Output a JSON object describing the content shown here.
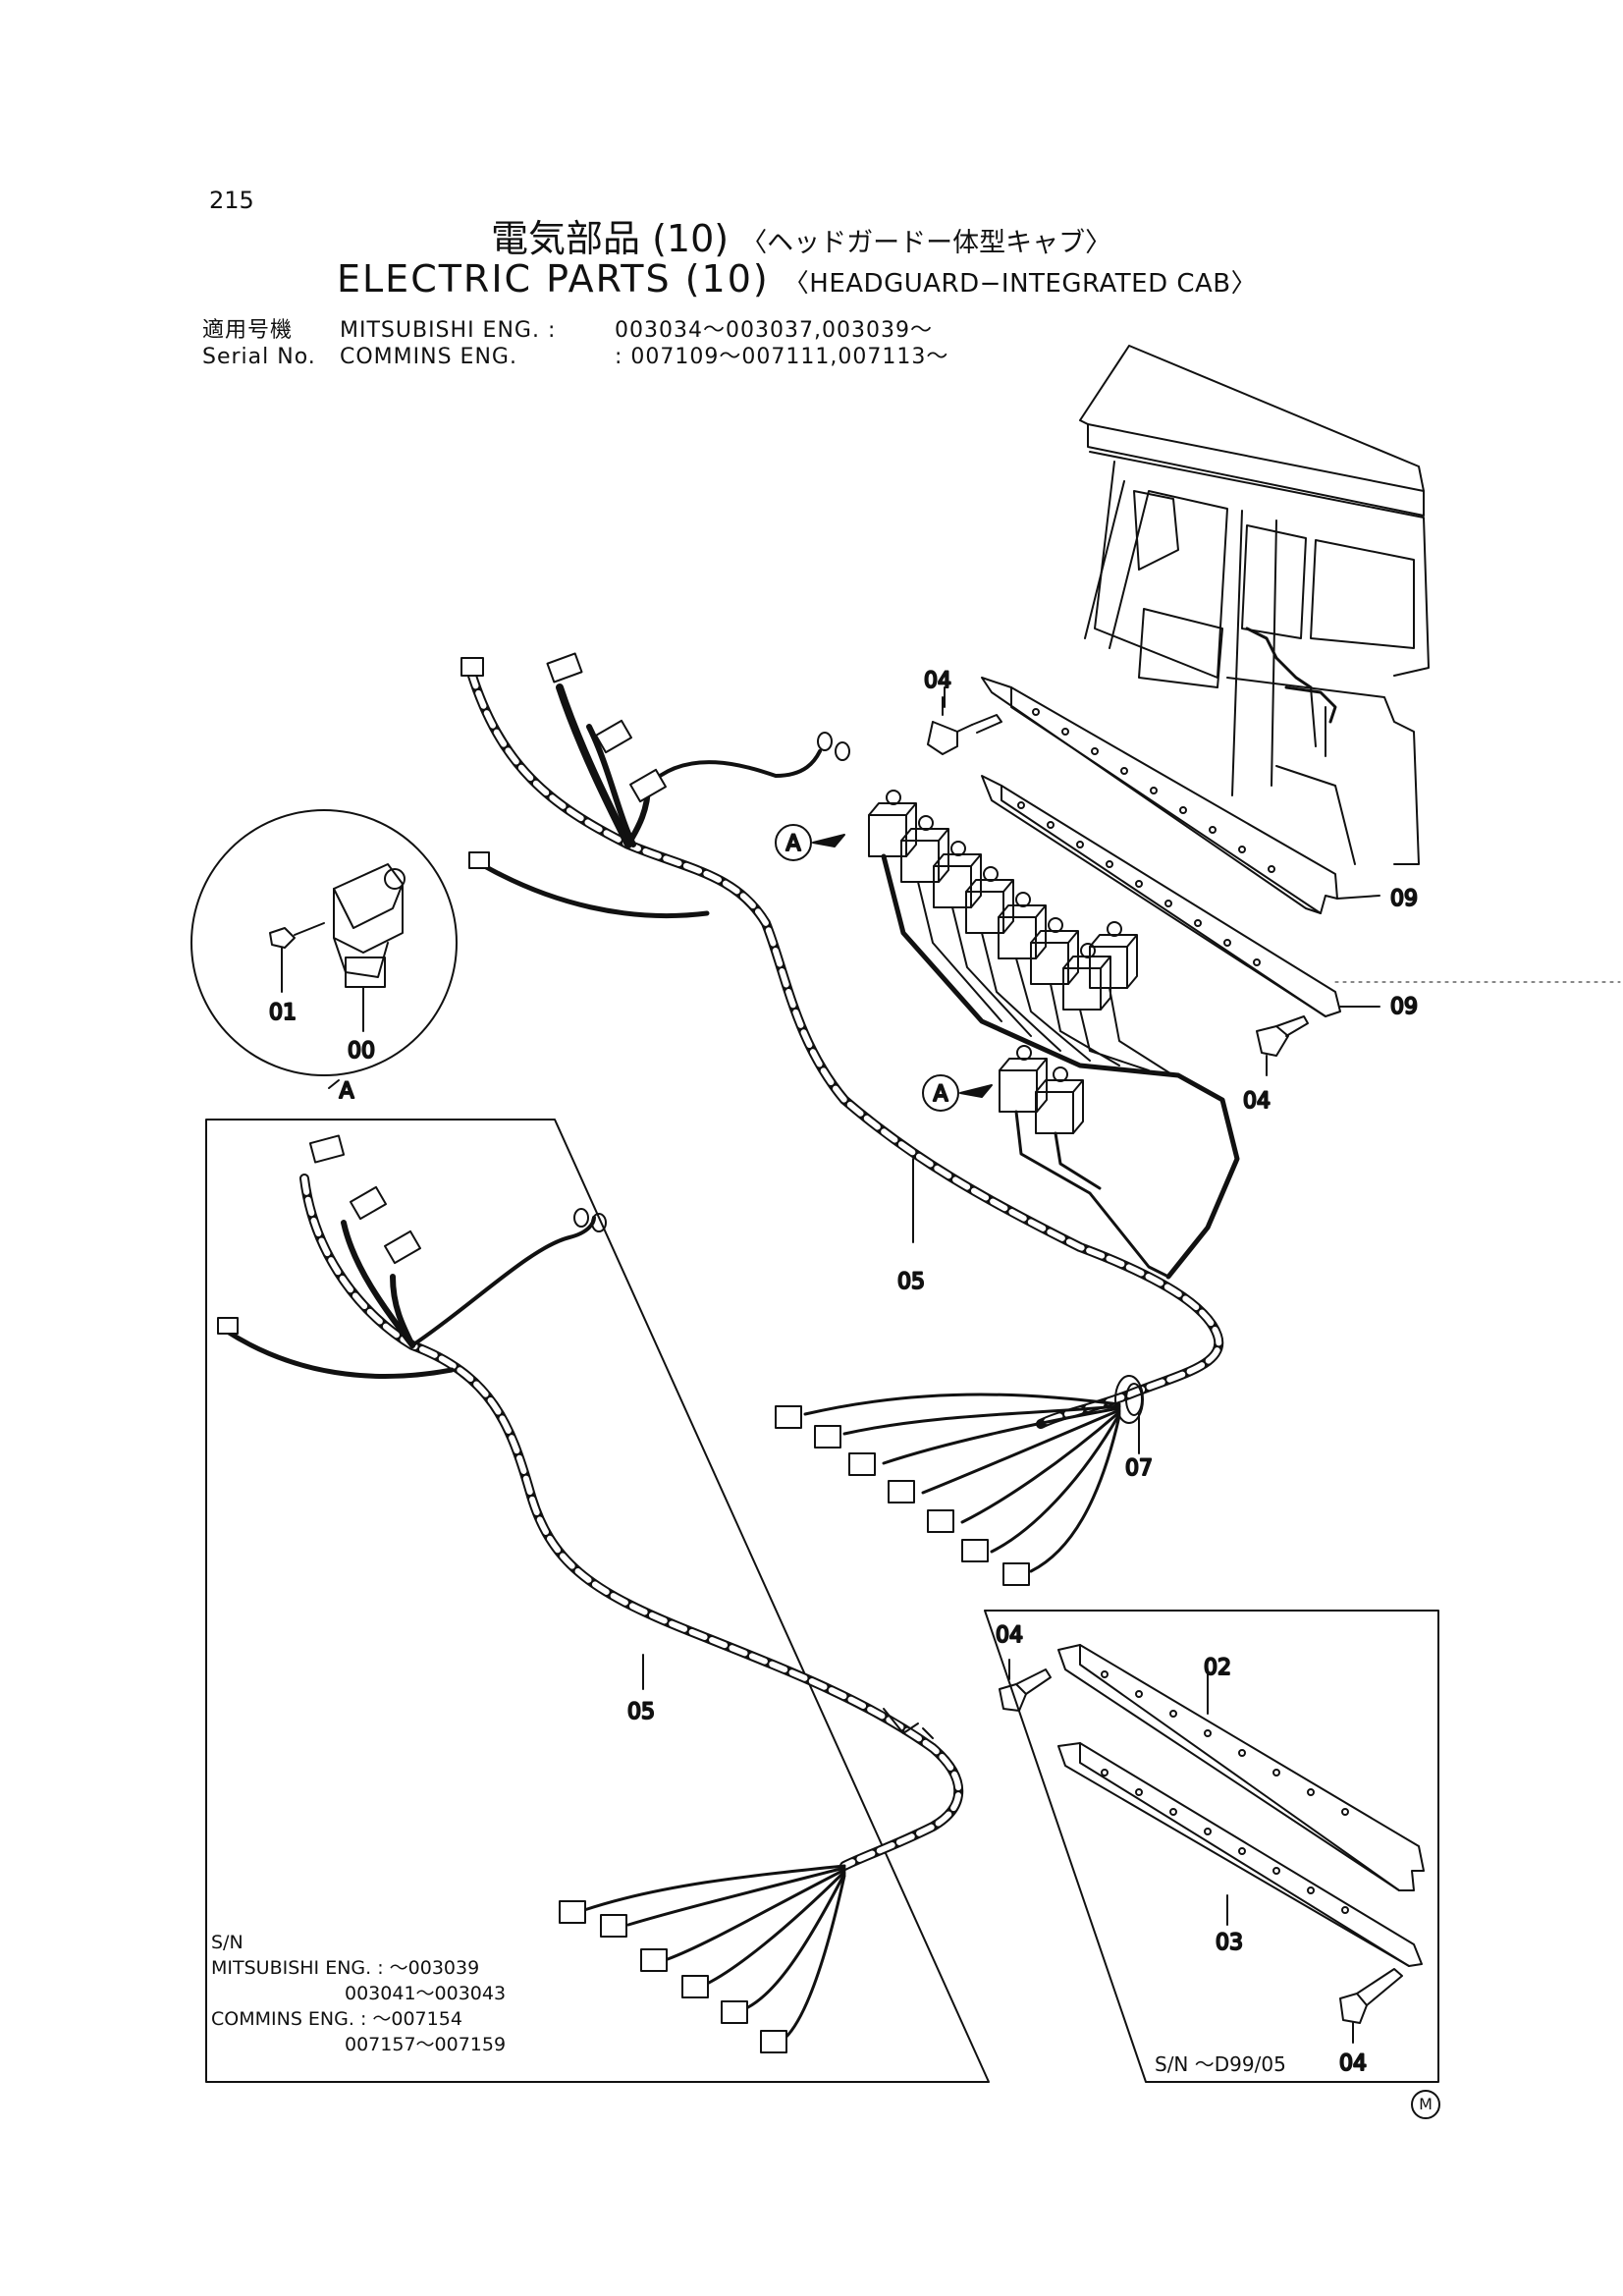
{
  "page": {
    "number": "215"
  },
  "title": {
    "jp_main": "電気部品 (10)",
    "jp_sub": "〈ヘッドガードー体型キャブ〉",
    "en_main": "ELECTRIC PARTS (10)",
    "en_sub": "〈HEADGUARD−INTEGRATED CAB〉"
  },
  "serial": {
    "label_jp": "適用号機",
    "label_en": "Serial No.",
    "mitsubishi_label": "MITSUBISHI ENG. :",
    "mitsubishi_range": "003034～003037,003039～",
    "commins_label": "COMMINS ENG.",
    "commins_range": ": 007109～007111,007113～"
  },
  "callouts": {
    "relay": "00",
    "bolt_relay": "01",
    "bracket_upper": "02",
    "bracket_lower": "03",
    "bolt": "04",
    "harness": "05",
    "grommet": "07",
    "plate": "09",
    "detail_ref": "A"
  },
  "note_left": {
    "sn": "S/N",
    "line1": "MITSUBISHI ENG. : ～003039",
    "line2": "003041～003043",
    "line3": "COMMINS ENG.  : ～007154",
    "line4": "007157～007159"
  },
  "note_right": {
    "sn": "S/N  ～D99/05"
  },
  "mark": "M"
}
